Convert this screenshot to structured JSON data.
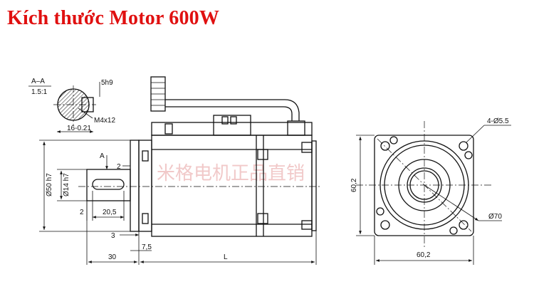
{
  "title": "Kích thước Motor 600W",
  "watermark": "米格电机正品直销",
  "colors": {
    "title": "#e01010",
    "line": "#111111",
    "watermark": "#f1c9c9"
  },
  "section_view": {
    "label": "A–A",
    "scale": "1.5:1",
    "keyway": "5h9",
    "thread": "M4x12",
    "depth": "16-0.21"
  },
  "side_view": {
    "arrow_label": "A",
    "flange_dia": "Ø50 h7",
    "shaft_dia": "Ø14 h7",
    "dim_2_top": "2",
    "dim_2_bottom": "2",
    "key_length": "20,5",
    "flange_step": "3",
    "flange_thickness": "7,5",
    "shaft_length": "30",
    "body_length": "L"
  },
  "end_view": {
    "holes": "4-Ø5.5",
    "pcd": "Ø70",
    "width": "60,2",
    "height": "60,2"
  }
}
